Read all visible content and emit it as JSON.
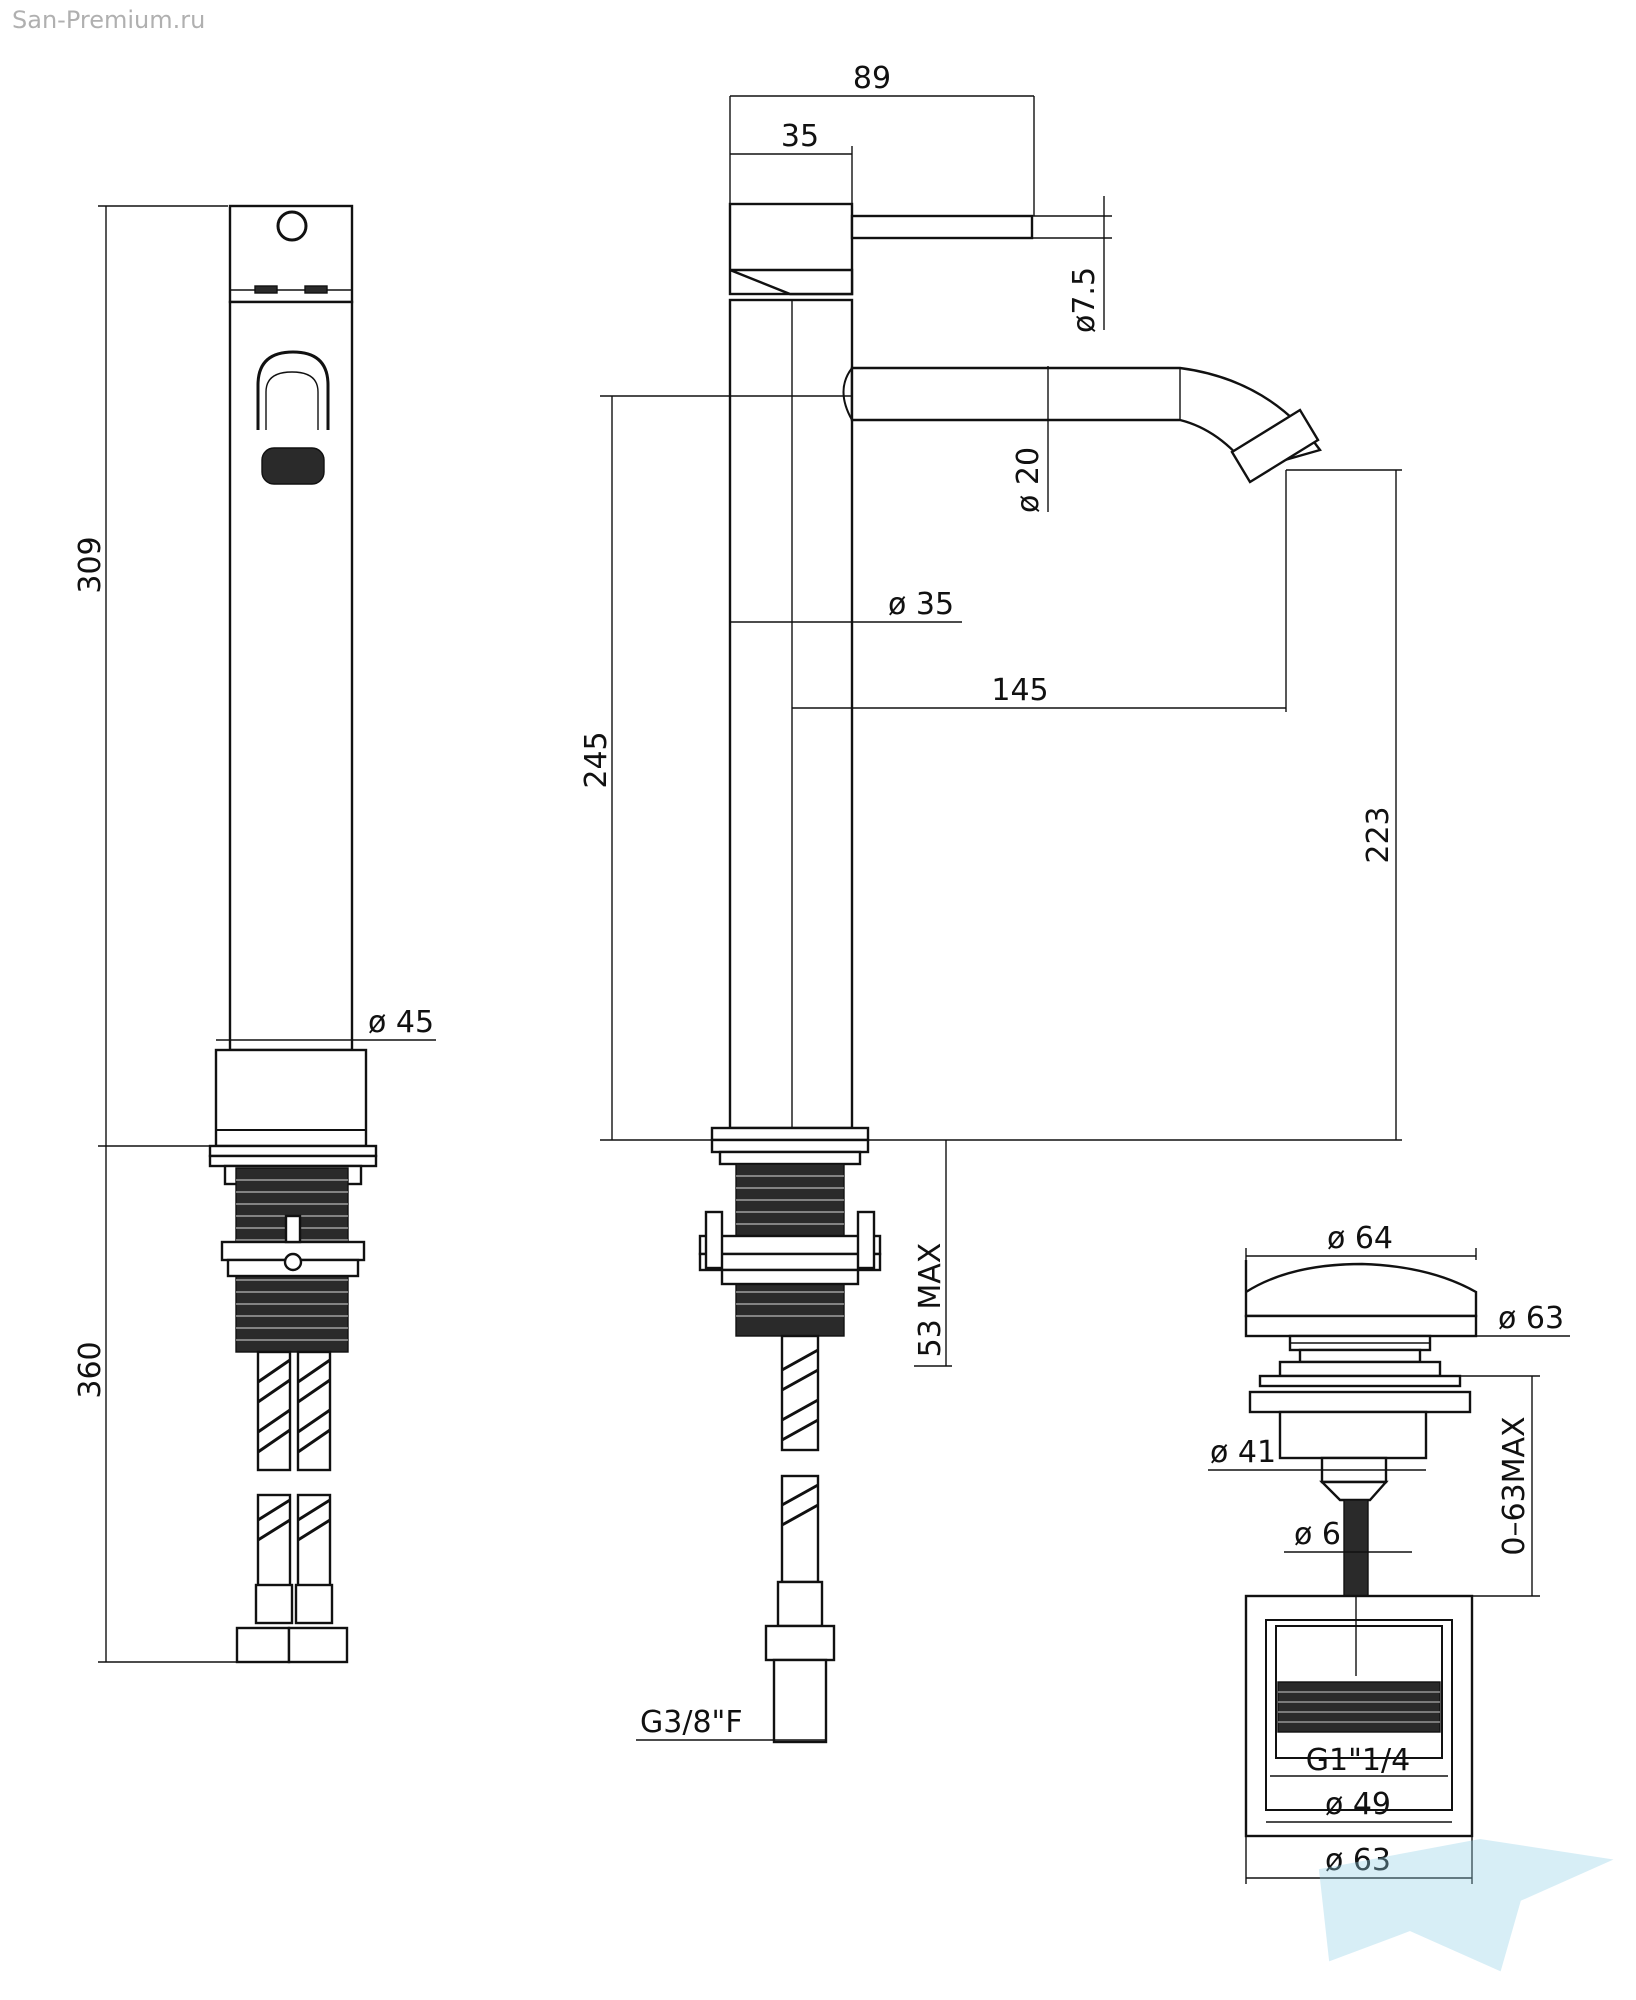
{
  "watermark": "San-Premium.ru",
  "dimensions": {
    "d309": "309",
    "d360": "360",
    "d45": "ø 45",
    "d89": "89",
    "d35": "35",
    "d75": "ø7.5",
    "d20": "ø 20",
    "d35b": "ø 35",
    "d145": "145",
    "d245": "245",
    "d223": "223",
    "d53": "53 MAX",
    "g38": "G3/8\"F",
    "d64": "ø 64",
    "d63a": "ø 63",
    "d41": "ø 41",
    "d6": "ø 6",
    "d063": "0–63MAX",
    "g114": "G1\"1/4",
    "d49": "ø 49",
    "d63b": "ø 63"
  },
  "logo": {
    "color": "#8fd0e8"
  }
}
